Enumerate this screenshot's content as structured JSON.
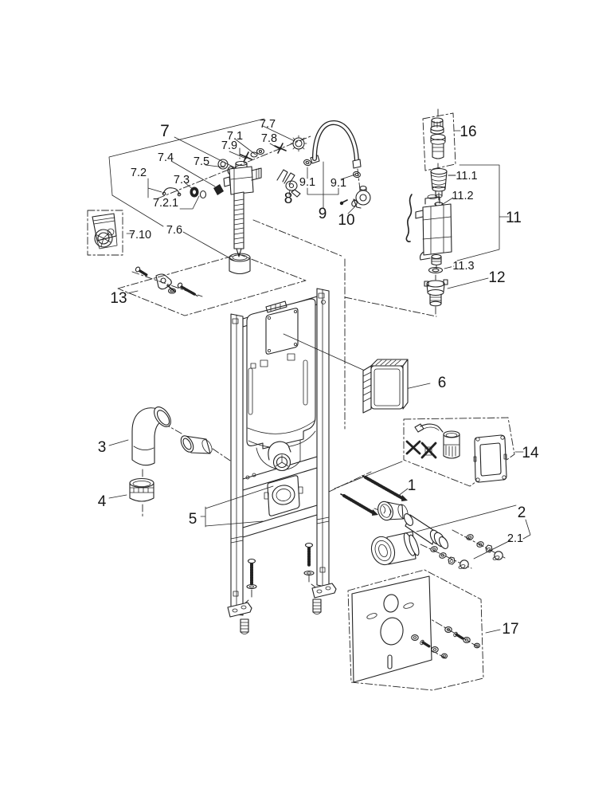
{
  "diagram": {
    "type": "exploded-parts-diagram",
    "colors": {
      "background": "#ffffff",
      "line": "#222222",
      "label": "#161616"
    },
    "labels": [
      {
        "id": "7",
        "text": "7"
      },
      {
        "id": "7.7",
        "text": "7.7"
      },
      {
        "id": "7.1",
        "text": "7.1"
      },
      {
        "id": "7.8",
        "text": "7.8"
      },
      {
        "id": "7.9",
        "text": "7.9"
      },
      {
        "id": "7.4",
        "text": "7.4"
      },
      {
        "id": "7.5",
        "text": "7.5"
      },
      {
        "id": "7.2",
        "text": "7.2"
      },
      {
        "id": "7.3",
        "text": "7.3"
      },
      {
        "id": "7.2.1",
        "text": "7.2.1"
      },
      {
        "id": "7.10",
        "text": "7.10"
      },
      {
        "id": "7.6",
        "text": "7.6"
      },
      {
        "id": "8",
        "text": "8"
      },
      {
        "id": "9.1-left",
        "text": "9.1"
      },
      {
        "id": "9.1-right",
        "text": "9.1"
      },
      {
        "id": "9",
        "text": "9"
      },
      {
        "id": "10",
        "text": "10"
      },
      {
        "id": "16",
        "text": "16"
      },
      {
        "id": "11.1",
        "text": "11.1"
      },
      {
        "id": "11.2",
        "text": "11.2"
      },
      {
        "id": "11",
        "text": "11"
      },
      {
        "id": "11.3",
        "text": "11.3"
      },
      {
        "id": "12",
        "text": "12"
      },
      {
        "id": "13",
        "text": "13"
      },
      {
        "id": "6",
        "text": "6"
      },
      {
        "id": "3",
        "text": "3"
      },
      {
        "id": "14",
        "text": "14"
      },
      {
        "id": "4",
        "text": "4"
      },
      {
        "id": "1",
        "text": "1"
      },
      {
        "id": "5",
        "text": "5"
      },
      {
        "id": "2",
        "text": "2"
      },
      {
        "id": "2.1",
        "text": "2.1"
      },
      {
        "id": "17",
        "text": "17"
      }
    ]
  }
}
